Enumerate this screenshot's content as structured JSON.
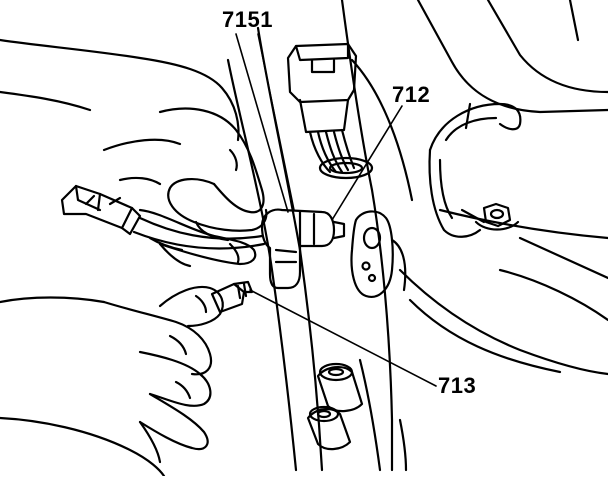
{
  "callouts": {
    "sensor": "7151",
    "connector": "712",
    "switch": "713"
  },
  "colors": {
    "ink": "#000000",
    "paper": "#ffffff"
  }
}
